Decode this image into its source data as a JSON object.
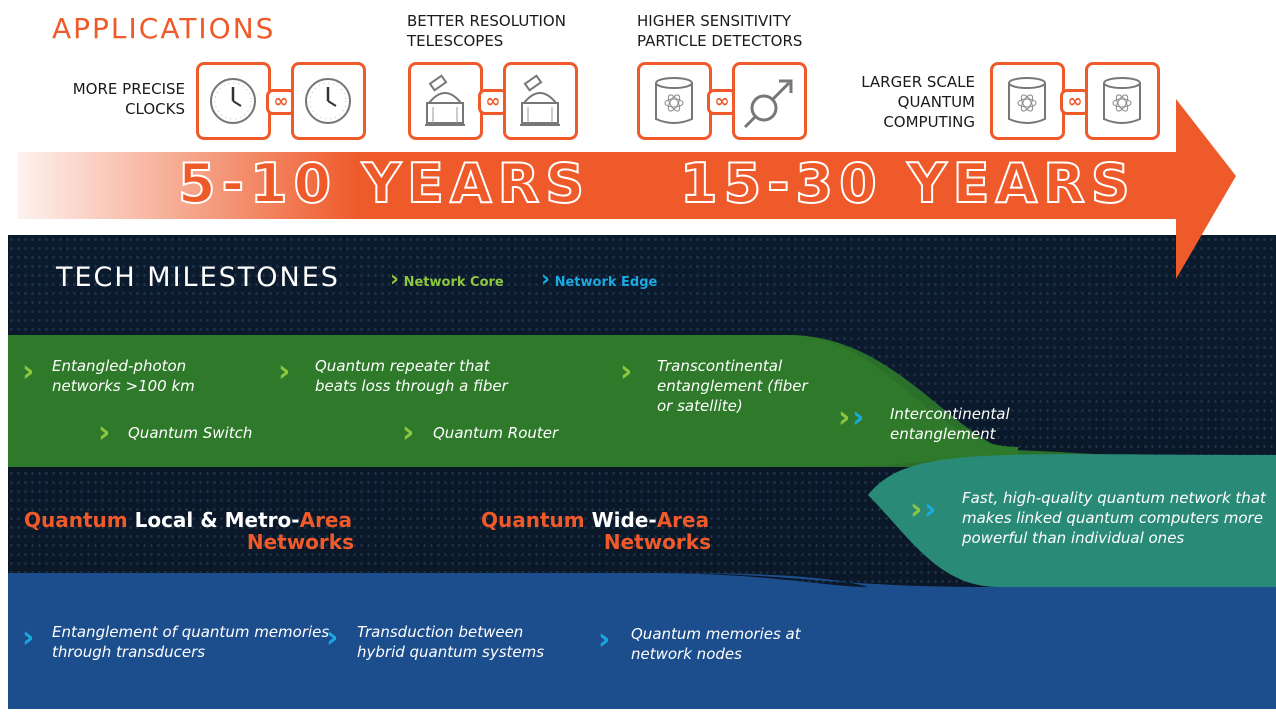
{
  "applications": {
    "title": "APPLICATIONS",
    "items": [
      {
        "label": "MORE PRECISE CLOCKS",
        "icon_left": "clock-icon",
        "icon_right": "clock-icon"
      },
      {
        "label": "BETTER RESOLUTION TELESCOPES",
        "icon_left": "telescope-icon",
        "icon_right": "telescope-icon"
      },
      {
        "label": "HIGHER SENSITIVITY PARTICLE DETECTORS",
        "icon_left": "quantum-computer-icon",
        "icon_right": "particle-detector-icon"
      },
      {
        "label": "LARGER SCALE QUANTUM COMPUTING",
        "icon_left": "quantum-computer-icon",
        "icon_right": "quantum-computer-icon"
      }
    ],
    "link_symbol": "∞"
  },
  "timeline": {
    "phase1": "5-10 YEARS",
    "phase2": "15-30 YEARS"
  },
  "milestones": {
    "title": "TECH MILESTONES",
    "legend": [
      {
        "label": "Network Core",
        "color": "#8dc63f"
      },
      {
        "label": "Network Edge",
        "color": "#1ba9e1"
      }
    ],
    "core_items": [
      "Entangled-photon networks >100 km",
      "Quantum Switch",
      "Quantum repeater that beats loss through a fiber",
      "Quantum Router",
      "Transcontinental entanglement (fiber or satellite)",
      "Intercontinental entanglement"
    ],
    "edge_items": [
      "Entanglement of quantum memories through transducers",
      "Transduction between hybrid quantum systems",
      "Quantum memories at network nodes"
    ],
    "final_item": "Fast, high-quality quantum network that makes linked quantum computers more powerful than individual ones",
    "networks": {
      "local": {
        "word1": "Quantum",
        "word2": "Local & Metro-",
        "word3": "Area",
        "word4": "Networks"
      },
      "wide": {
        "word1": "Quantum",
        "word2": "Wide-",
        "word3": "Area",
        "word4": "Networks"
      }
    }
  },
  "colors": {
    "orange": "#ee5a2a",
    "core_green": "#8dc63f",
    "edge_blue": "#1ba9e1",
    "band_green": "#2e7a2a",
    "band_blue": "#1c4d8c",
    "band_teal": "#2a8a78",
    "background": "#0b1b2e"
  }
}
